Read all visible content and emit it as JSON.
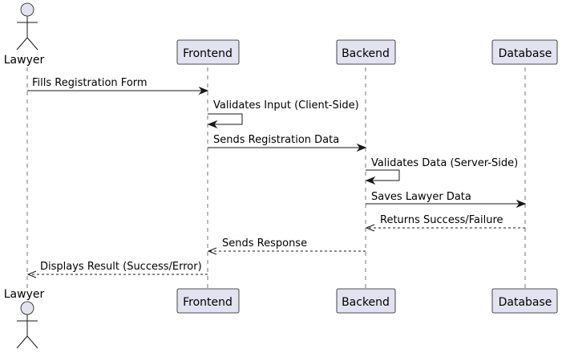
{
  "participants": {
    "lawyer": "Lawyer",
    "frontend": "Frontend",
    "backend": "Backend",
    "database": "Database"
  },
  "messages": [
    "Fills Registration Form",
    "Validates Input (Client-Side)",
    "Sends Registration Data",
    "Validates Data (Server-Side)",
    "Saves Lawyer Data",
    "Returns Success/Failure",
    "Sends Response",
    "Displays Result (Success/Error)"
  ],
  "colors": {
    "participant_fill": "#e2e2f0",
    "line": "#181818"
  }
}
